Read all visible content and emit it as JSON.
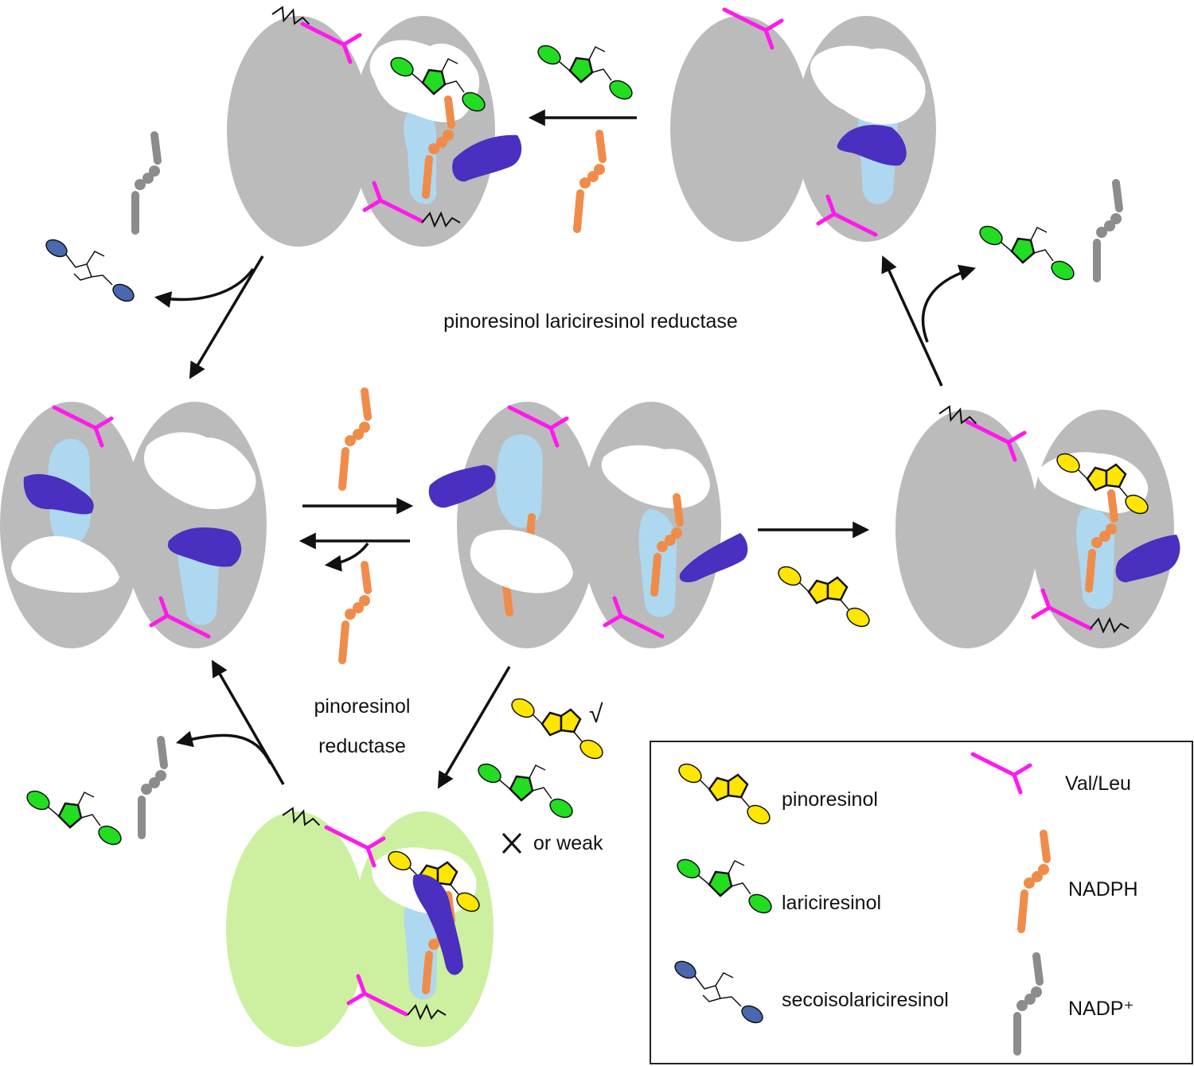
{
  "labels": {
    "plr_title": "pinoresinol lariciresinol reductase",
    "pr_title_line1": "pinoresinol",
    "pr_title_line2": "reductase",
    "check_mark": "√",
    "cross_or_weak": "or weak"
  },
  "legend": {
    "items": [
      {
        "name": "pinoresinol"
      },
      {
        "name": "lariciresinol"
      },
      {
        "name": "secoisolariciresinol"
      },
      {
        "name": "Val/Leu"
      },
      {
        "name": "NADPH"
      },
      {
        "name": "NADP⁺"
      }
    ]
  },
  "colors": {
    "protein_grey": "#bbbbbb",
    "protein_green": "#ccf0a0",
    "cavity_blue": "#add8f0",
    "loop_purple": "#4a2fc0",
    "val_leu": "#ff1aeb",
    "nadph": "#f08c4a",
    "nadp": "#8c8c8c",
    "pinoresinol_fill": "#ffe600",
    "lariciresinol_fill": "#22dd22",
    "secoisolariciresinol_fill": "#4a68b0",
    "arrow": "#111111",
    "legend_border": "#222222"
  },
  "icons": [
    "check-icon",
    "cross-icon",
    "arrow-icon",
    "curved-arrow-icon"
  ]
}
